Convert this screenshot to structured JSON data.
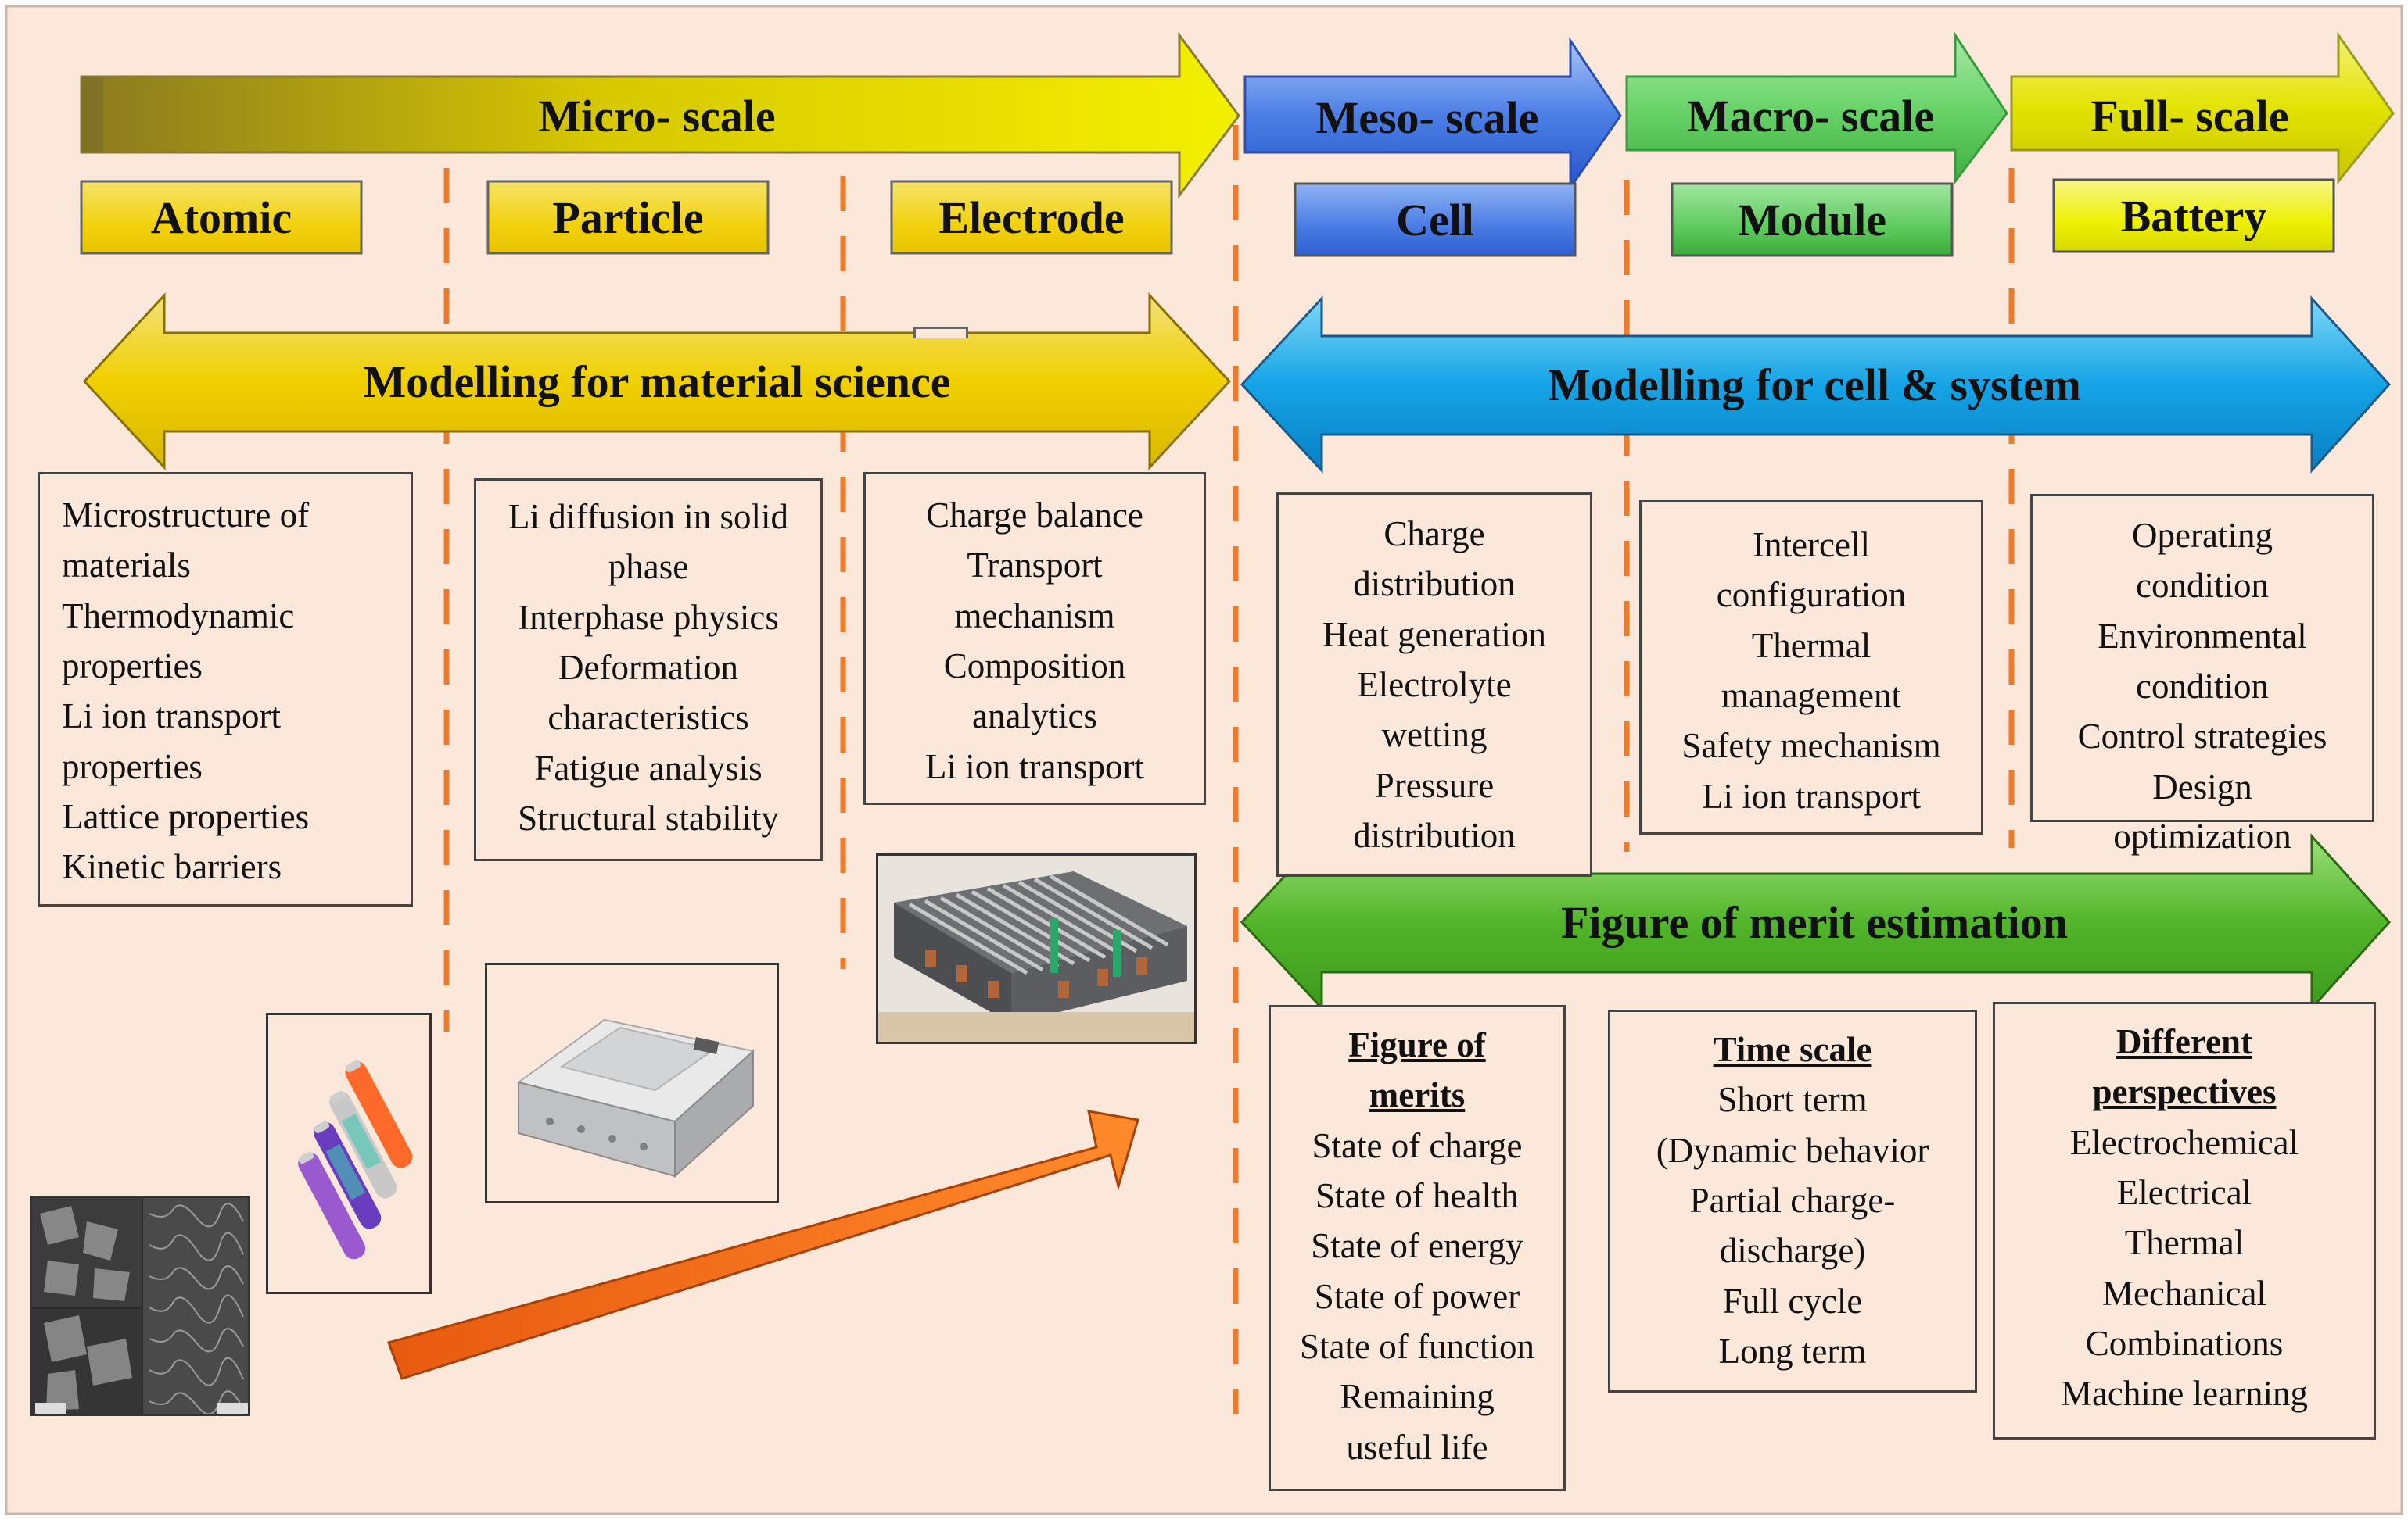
{
  "scales": [
    {
      "label": "Micro- scale",
      "color": "#d9cf00"
    },
    {
      "label": "Meso- scale",
      "color": "#3f74e6"
    },
    {
      "label": "Macro- scale",
      "color": "#6ad46a"
    },
    {
      "label": "Full- scale",
      "color": "#e3e300"
    }
  ],
  "levels": [
    {
      "label": "Atomic"
    },
    {
      "label": "Particle"
    },
    {
      "label": "Electrode"
    },
    {
      "label": "Cell"
    },
    {
      "label": "Module"
    },
    {
      "label": "Battery"
    }
  ],
  "modelling": {
    "material": "Modelling for material science",
    "cell_system": "Modelling for cell & system",
    "figure_of_merit": "Figure of merit estimation"
  },
  "material_boxes": [
    {
      "lines": [
        "Microstructure of",
        "materials",
        "Thermodynamic",
        "properties",
        "Li ion transport",
        "properties",
        "Lattice properties",
        "Kinetic barriers"
      ]
    },
    {
      "lines": [
        "Li diffusion in solid",
        "phase",
        "Interphase physics",
        "Deformation",
        "characteristics",
        "Fatigue analysis",
        "Structural stability"
      ]
    },
    {
      "lines": [
        "Charge balance",
        "Transport",
        "mechanism",
        "Composition",
        "analytics",
        "Li ion transport"
      ]
    }
  ],
  "system_boxes": [
    {
      "lines": [
        "Charge",
        "distribution",
        "Heat generation",
        "Electrolyte",
        "wetting",
        "Pressure",
        "distribution"
      ]
    },
    {
      "lines": [
        "Intercell",
        "configuration",
        "Thermal",
        "management",
        "Safety mechanism",
        "Li ion transport"
      ]
    },
    {
      "lines": [
        "Operating",
        "condition",
        "Environmental",
        "condition",
        "Control strategies",
        "Design",
        "optimization"
      ]
    }
  ],
  "merit_boxes": [
    {
      "title": [
        "Figure of",
        "merits"
      ],
      "lines": [
        "State of charge",
        "State of health",
        "State of energy",
        "State of power",
        "State of function",
        "Remaining",
        "useful life"
      ]
    },
    {
      "title": [
        "Time scale"
      ],
      "lines": [
        "Short term",
        "(Dynamic behavior",
        "Partial charge-",
        "discharge)",
        "Full cycle",
        "Long term"
      ]
    },
    {
      "title": [
        "Different",
        "perspectives"
      ],
      "lines": [
        "Electrochemical",
        "Electrical",
        "Thermal",
        "Mechanical",
        "Combinations",
        "Machine learning"
      ]
    }
  ],
  "images": [
    {
      "name": "sem-micrograph-image"
    },
    {
      "name": "cylindrical-cells-image"
    },
    {
      "name": "prismatic-cell-image"
    },
    {
      "name": "battery-module-image"
    }
  ]
}
